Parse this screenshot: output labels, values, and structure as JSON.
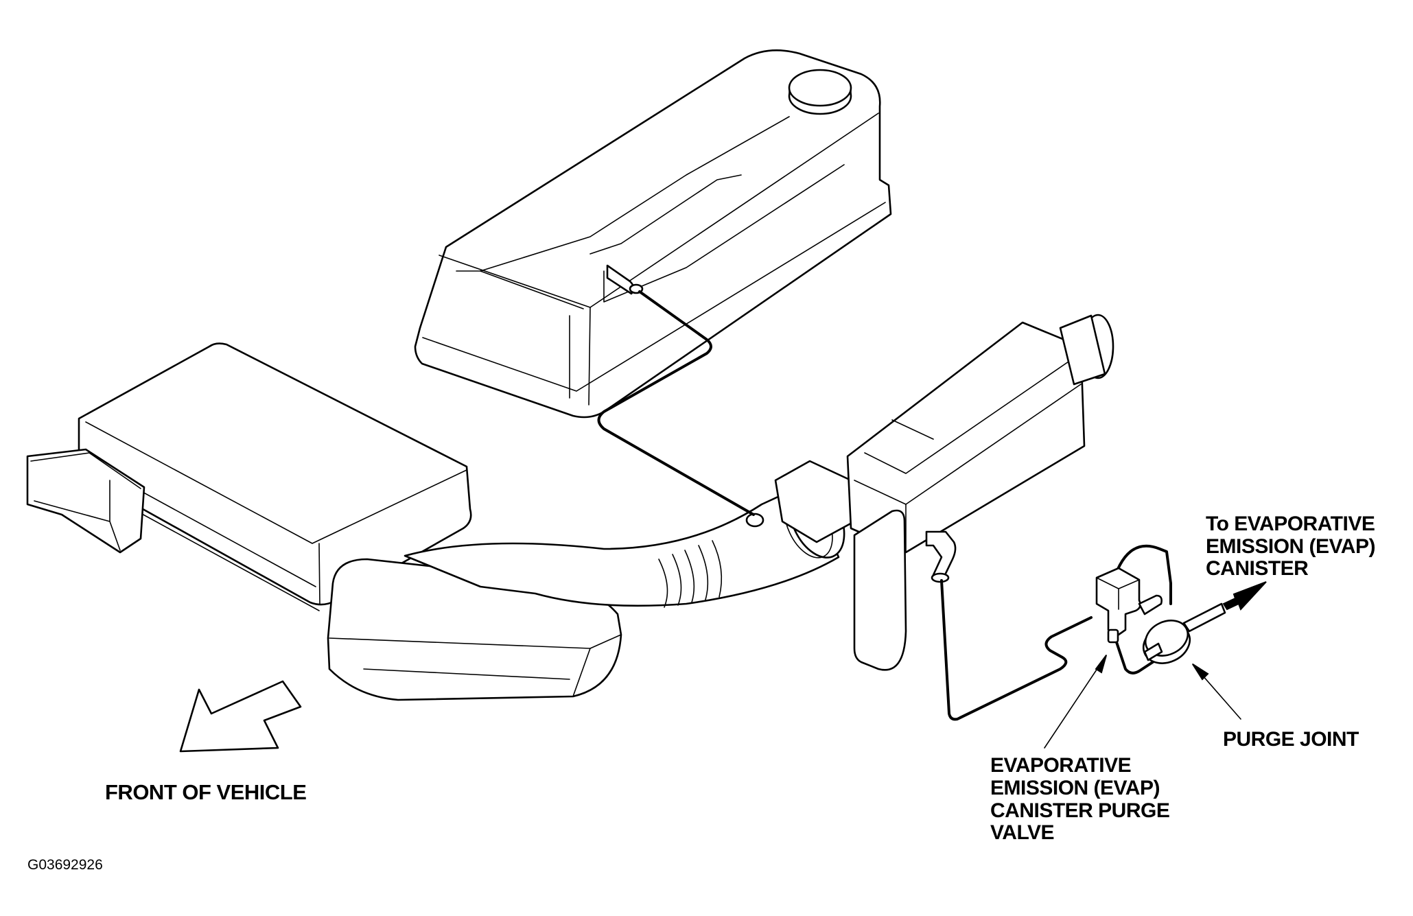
{
  "labels": {
    "to_canister": [
      "To EVAPORATIVE",
      "EMISSION (EVAP)",
      "CANISTER"
    ],
    "purge_joint": "PURGE JOINT",
    "purge_valve": [
      "EVAPORATIVE",
      "EMISSION (EVAP)",
      "CANISTER PURGE",
      "VALVE"
    ],
    "front_of_vehicle": "FRONT OF VEHICLE",
    "figure_code": "G03692926"
  }
}
